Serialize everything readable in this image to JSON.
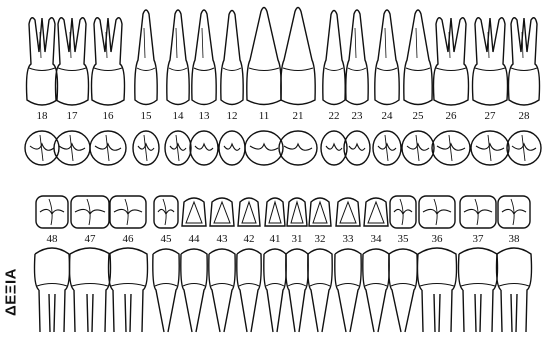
{
  "upper_numbers": [
    "18",
    "17",
    "16",
    "15",
    "14",
    "13",
    "12",
    "11",
    "21",
    "22",
    "23",
    "24",
    "25",
    "26",
    "27",
    "28"
  ],
  "lower_numbers": [
    "48",
    "47",
    "46",
    "45",
    "44",
    "43",
    "42",
    "41",
    "31",
    "32",
    "33",
    "34",
    "35",
    "36",
    "37",
    "38"
  ],
  "side_label": "ΔΕΞΙΑ",
  "colors": {
    "ink": "#111111",
    "paper": "#ffffff"
  }
}
